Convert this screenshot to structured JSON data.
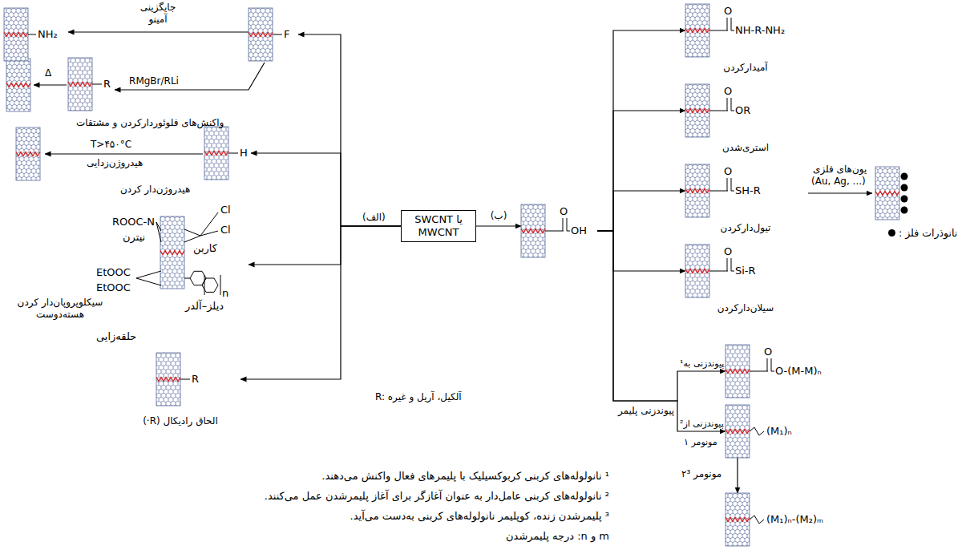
{
  "diagram": {
    "nodes": [
      {
        "text": [
          "SWCNT یا MWCNT"
        ]
      },
      {
        "text": [
          "F"
        ]
      },
      {
        "text": [
          "NH₂"
        ]
      },
      {
        "text": [
          "R"
        ]
      },
      {
        "text": [
          "H"
        ]
      },
      {
        "text": [
          "ROOC-N",
          "نیترن",
          "Cl",
          "Cl",
          "کاربن",
          "EtOOC",
          "EtOOC",
          "سیکلوپروپان‌دار کردن هسته‌دوست",
          "دیلز–آلدر",
          "n",
          "حلقه‌زایی"
        ]
      },
      {
        "text": [
          "R",
          "الحاق رادیکال (R·)"
        ]
      },
      {
        "text": [
          "O",
          "OH"
        ]
      },
      {
        "text": [
          "O",
          "NH-R-NH₂",
          "آمیدارکردن"
        ]
      },
      {
        "text": [
          "O",
          "OR",
          "استری‌شدن"
        ]
      },
      {
        "text": [
          "O",
          "SH-R",
          "تیول‌دارکردن"
        ]
      },
      {
        "text": [
          "O",
          "Si-R",
          "سیلان‌دارکردن"
        ]
      },
      {
        "text": [
          "O",
          "O-(M-M)ₙ"
        ]
      },
      {
        "text": [
          "(M₁)ₙ"
        ]
      },
      {
        "text": [
          "(M₁)ₙ-(M₂)ₘ"
        ]
      }
    ],
    "edges": [
      {
        "from": 0,
        "to": 1,
        "arrow": "to"
      },
      {
        "from": 0,
        "to": 4,
        "arrow": "to"
      },
      {
        "from": 0,
        "to": 5,
        "arrow": "to"
      },
      {
        "from": 0,
        "to": 6,
        "arrow": "to"
      },
      {
        "from": 1,
        "to": 2,
        "label": "جایگزینی آمینو",
        "arrow": "to"
      },
      {
        "from": 1,
        "to": 3,
        "label": "RMgBr/RLi",
        "arrow": "to"
      },
      {
        "from": 0,
        "to": 7,
        "label": "(ب)",
        "arrow": "to"
      },
      {
        "from": 7,
        "to": 8,
        "arrow": "to"
      },
      {
        "from": 7,
        "to": 9,
        "arrow": "to"
      },
      {
        "from": 7,
        "to": 10,
        "arrow": "to"
      },
      {
        "from": 7,
        "to": 11,
        "arrow": "to"
      },
      {
        "from": 7,
        "to": 12,
        "label": "پیوندزنی پلیمر",
        "arrow": "to"
      },
      {
        "from": 7,
        "to": 13,
        "arrow": "to"
      },
      {
        "from": 13,
        "to": 14,
        "label": "مونومر ۲³",
        "arrow": "to"
      }
    ],
    "labels": [
      "(الف)",
      "واکنش‌های فلوئوردارکردن و مشتقات",
      "Δ",
      "T>۴۵۰°C",
      "هیدروژن‌زدایی",
      "هیدروژن‌دار کردن",
      "R: آلکیل، آریل و غیره",
      "یون‌های فلزی",
      "(Au, Ag, ...)",
      "پیوندزنی به¹",
      "پیوندزنی از²",
      "مونومر ۱",
      "¹ نانولوله‌های کربنی کربوکسیلیک با پلیمرهای فعال واکنش می‌دهند.",
      "² نانولوله‌های کربنی عامل‌دار به عنوان آغازگر برای آغاز پلیمرشدن عمل می‌کنند.",
      "³ پلیمرشدن زنده، کوپلیمر نانولوله‌های کربنی به‌دست می‌آید.",
      "m و n: درجه پلیمرشدن"
    ],
    "legend": [
      {
        "text": "نانوذرات فلز :"
      }
    ]
  }
}
